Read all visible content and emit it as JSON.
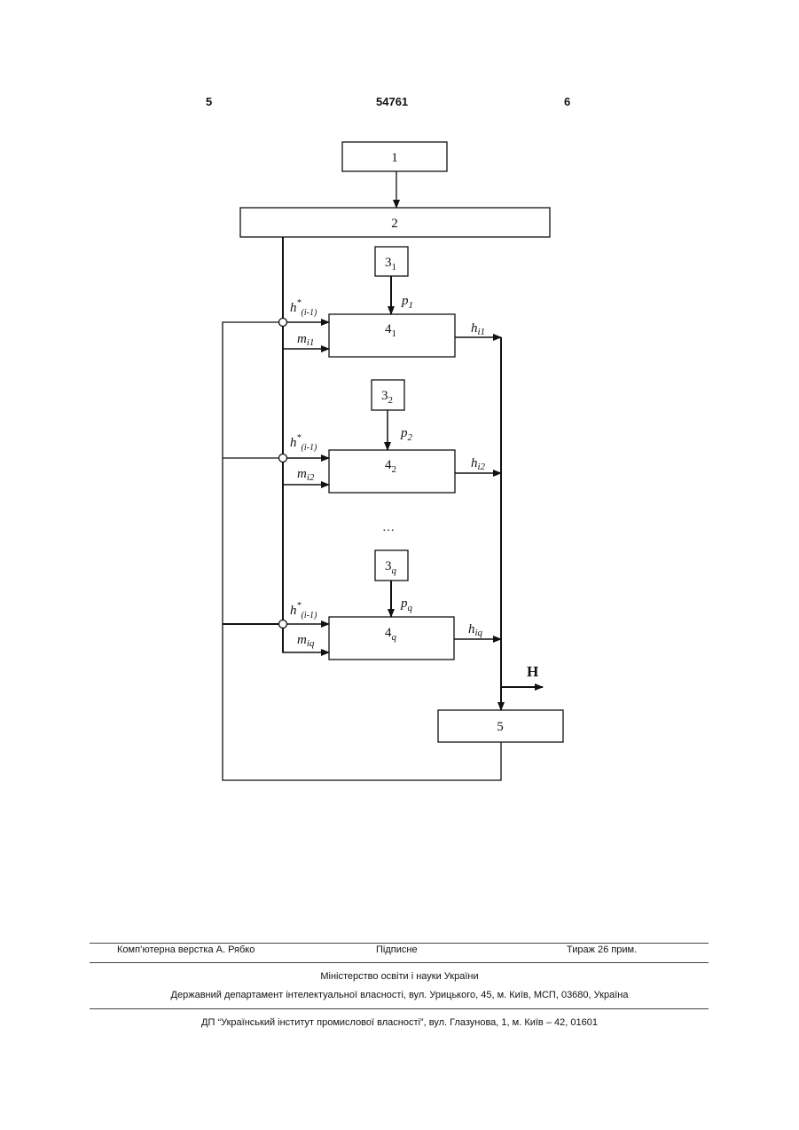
{
  "header": {
    "page_left": "5",
    "patent_number": "54761",
    "page_right": "6"
  },
  "diagram": {
    "block_1": "1",
    "block_2": "2",
    "block_5": "5",
    "units": [
      {
        "source_main": "3",
        "source_sub": "1",
        "p_main": "p",
        "p_sub": "1",
        "proc_main": "4",
        "proc_sub": "1",
        "h_in_main": "h",
        "h_in_sup": "*",
        "h_in_sub": "(i-1)",
        "m_main": "m",
        "m_sub": "i1",
        "h_out_main": "h",
        "h_out_sub": "i1"
      },
      {
        "source_main": "3",
        "source_sub": "2",
        "p_main": "p",
        "p_sub": "2",
        "proc_main": "4",
        "proc_sub": "2",
        "h_in_main": "h",
        "h_in_sup": "*",
        "h_in_sub": "(i-1)",
        "m_main": "m",
        "m_sub": "i2",
        "h_out_main": "h",
        "h_out_sub": "i2"
      },
      {
        "source_main": "3",
        "source_sub": "q",
        "p_main": "p",
        "p_sub": "q",
        "proc_main": "4",
        "proc_sub": "q",
        "h_in_main": "h",
        "h_in_sup": "*",
        "h_in_sub": "(i-1)",
        "m_main": "m",
        "m_sub": "iq",
        "h_out_main": "h",
        "h_out_sub": "iq"
      }
    ],
    "ellipsis": "…",
    "output_label": "H"
  },
  "footer": {
    "composer": "Комп’ютерна верстка А. Рябко",
    "signed": "Підписне",
    "circulation": "Тираж 26 прим.",
    "ministry": "Міністерство освіти і науки України",
    "department": "Державний департамент інтелектуальної власності, вул. Урицького, 45, м. Київ, МСП, 03680, Україна",
    "institute": "ДП “Український інститут промислової власності”, вул. Глазунова, 1, м. Київ – 42, 01601"
  }
}
